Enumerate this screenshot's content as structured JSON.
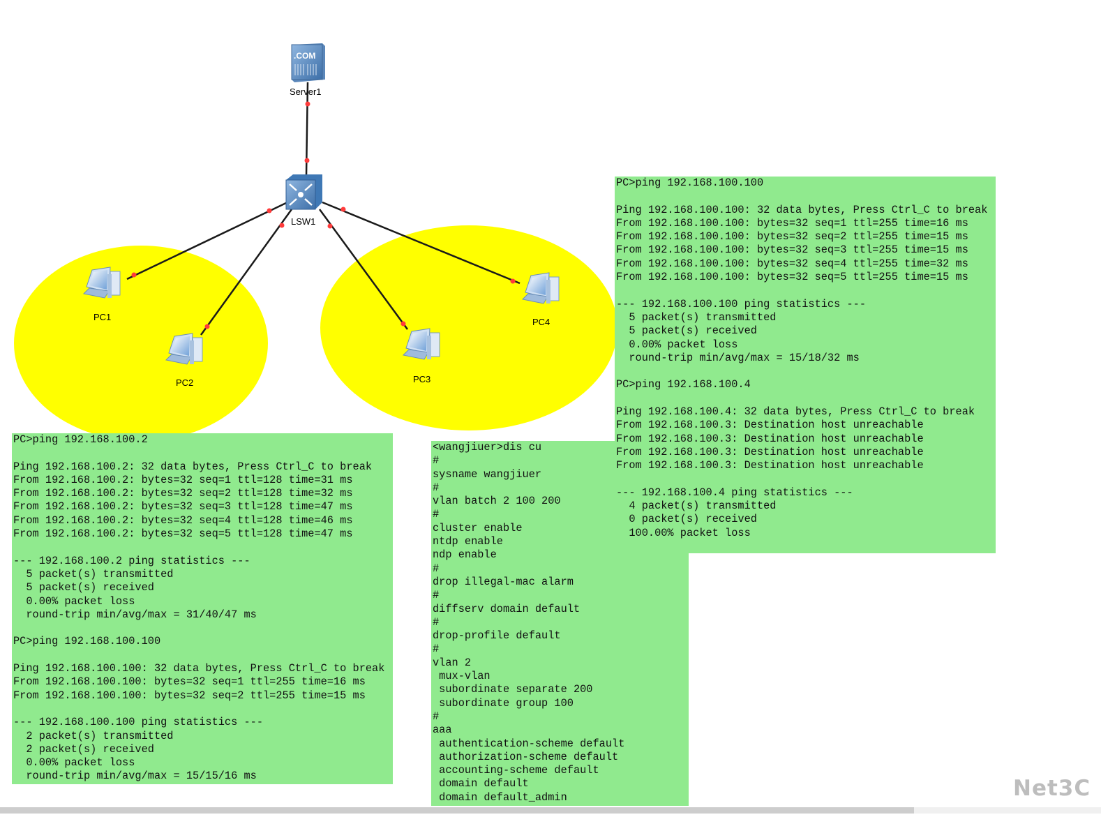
{
  "topology": {
    "nodes": [
      {
        "id": "server1",
        "label": "Server1",
        "type": "server",
        "badge": ".COM"
      },
      {
        "id": "lsw1",
        "label": "LSW1",
        "type": "switch"
      },
      {
        "id": "pc1",
        "label": "PC1",
        "type": "pc"
      },
      {
        "id": "pc2",
        "label": "PC2",
        "type": "pc"
      },
      {
        "id": "pc3",
        "label": "PC3",
        "type": "pc"
      },
      {
        "id": "pc4",
        "label": "PC4",
        "type": "pc"
      }
    ],
    "links": [
      [
        "server1",
        "lsw1"
      ],
      [
        "lsw1",
        "pc1"
      ],
      [
        "lsw1",
        "pc2"
      ],
      [
        "lsw1",
        "pc3"
      ],
      [
        "lsw1",
        "pc4"
      ]
    ],
    "colors": {
      "area": "#ffff00",
      "link": "#1a1a1a",
      "port": "#ff3b3b",
      "terminal": "#90ea8e"
    }
  },
  "terminals": {
    "pc1_output": [
      "PC>ping 192.168.100.2",
      "",
      "Ping 192.168.100.2: 32 data bytes, Press Ctrl_C to break",
      "From 192.168.100.2: bytes=32 seq=1 ttl=128 time=31 ms",
      "From 192.168.100.2: bytes=32 seq=2 ttl=128 time=32 ms",
      "From 192.168.100.2: bytes=32 seq=3 ttl=128 time=47 ms",
      "From 192.168.100.2: bytes=32 seq=4 ttl=128 time=46 ms",
      "From 192.168.100.2: bytes=32 seq=5 ttl=128 time=47 ms",
      "",
      "--- 192.168.100.2 ping statistics ---",
      "  5 packet(s) transmitted",
      "  5 packet(s) received",
      "  0.00% packet loss",
      "  round-trip min/avg/max = 31/40/47 ms",
      "",
      "PC>ping 192.168.100.100",
      "",
      "Ping 192.168.100.100: 32 data bytes, Press Ctrl_C to break",
      "From 192.168.100.100: bytes=32 seq=1 ttl=255 time=16 ms",
      "From 192.168.100.100: bytes=32 seq=2 ttl=255 time=15 ms",
      "",
      "--- 192.168.100.100 ping statistics ---",
      "  2 packet(s) transmitted",
      "  2 packet(s) received",
      "  0.00% packet loss",
      "  round-trip min/avg/max = 15/15/16 ms"
    ],
    "switch_config": [
      "<wangjiuer>dis cu",
      "#",
      "sysname wangjiuer",
      "#",
      "vlan batch 2 100 200",
      "#",
      "cluster enable",
      "ntdp enable",
      "ndp enable",
      "#",
      "drop illegal-mac alarm",
      "#",
      "diffserv domain default",
      "#",
      "drop-profile default",
      "#",
      "vlan 2",
      " mux-vlan",
      " subordinate separate 200",
      " subordinate group 100",
      "#",
      "aaa",
      " authentication-scheme default",
      " authorization-scheme default",
      " accounting-scheme default",
      " domain default",
      " domain default_admin"
    ],
    "pc4_output": [
      "PC>ping 192.168.100.100",
      "",
      "Ping 192.168.100.100: 32 data bytes, Press Ctrl_C to break",
      "From 192.168.100.100: bytes=32 seq=1 ttl=255 time=16 ms",
      "From 192.168.100.100: bytes=32 seq=2 ttl=255 time=15 ms",
      "From 192.168.100.100: bytes=32 seq=3 ttl=255 time=15 ms",
      "From 192.168.100.100: bytes=32 seq=4 ttl=255 time=32 ms",
      "From 192.168.100.100: bytes=32 seq=5 ttl=255 time=15 ms",
      "",
      "--- 192.168.100.100 ping statistics ---",
      "  5 packet(s) transmitted",
      "  5 packet(s) received",
      "  0.00% packet loss",
      "  round-trip min/avg/max = 15/18/32 ms",
      "",
      "PC>ping 192.168.100.4",
      "",
      "Ping 192.168.100.4: 32 data bytes, Press Ctrl_C to break",
      "From 192.168.100.3: Destination host unreachable",
      "From 192.168.100.3: Destination host unreachable",
      "From 192.168.100.3: Destination host unreachable",
      "From 192.168.100.3: Destination host unreachable",
      "",
      "--- 192.168.100.4 ping statistics ---",
      "  4 packet(s) transmitted",
      "  0 packet(s) received",
      "  100.00% packet loss"
    ]
  },
  "watermark": "Net3C"
}
